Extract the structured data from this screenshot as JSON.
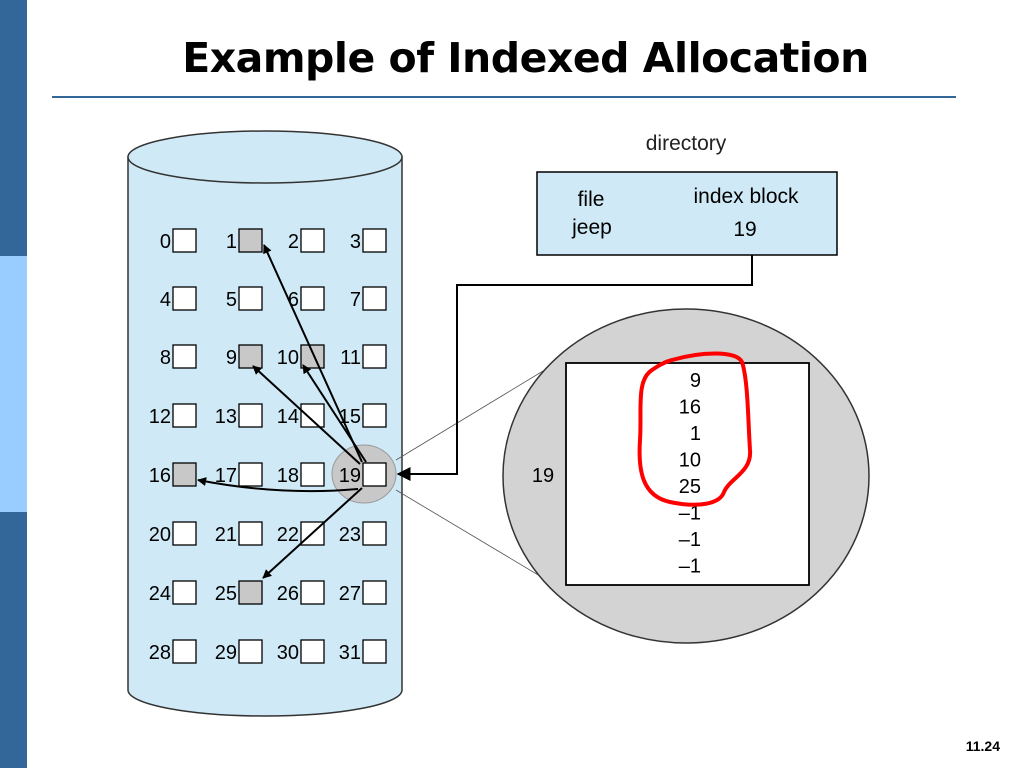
{
  "slide": {
    "title": "Example of Indexed Allocation",
    "number": "11.24"
  },
  "directory": {
    "label": "directory",
    "col_file": "file",
    "col_index": "index block",
    "file_name": "jeep",
    "index_block": "19"
  },
  "disk_blocks": [
    {
      "n": "0"
    },
    {
      "n": "1",
      "used": true
    },
    {
      "n": "2"
    },
    {
      "n": "3"
    },
    {
      "n": "4"
    },
    {
      "n": "5"
    },
    {
      "n": "6"
    },
    {
      "n": "7"
    },
    {
      "n": "8"
    },
    {
      "n": "9",
      "used": true
    },
    {
      "n": "10",
      "used": true
    },
    {
      "n": "11"
    },
    {
      "n": "12"
    },
    {
      "n": "13"
    },
    {
      "n": "14"
    },
    {
      "n": "15"
    },
    {
      "n": "16",
      "used": true
    },
    {
      "n": "17"
    },
    {
      "n": "18"
    },
    {
      "n": "19",
      "index": true
    },
    {
      "n": "20"
    },
    {
      "n": "21"
    },
    {
      "n": "22"
    },
    {
      "n": "23"
    },
    {
      "n": "24"
    },
    {
      "n": "25",
      "used": true
    },
    {
      "n": "26"
    },
    {
      "n": "27"
    },
    {
      "n": "28"
    },
    {
      "n": "29"
    },
    {
      "n": "30"
    },
    {
      "n": "31"
    }
  ],
  "index_block": {
    "label": "19",
    "entries": [
      "9",
      "16",
      "1",
      "10",
      "25",
      "–1",
      "–1",
      "–1"
    ]
  },
  "colors": {
    "disk": "#cfeaf6",
    "used_block": "#c8c8c8",
    "zoom_circle": "#d3d3d3",
    "annotation": "#ff0000",
    "sidebar_dark": "#336699",
    "sidebar_light": "#99ccff"
  }
}
